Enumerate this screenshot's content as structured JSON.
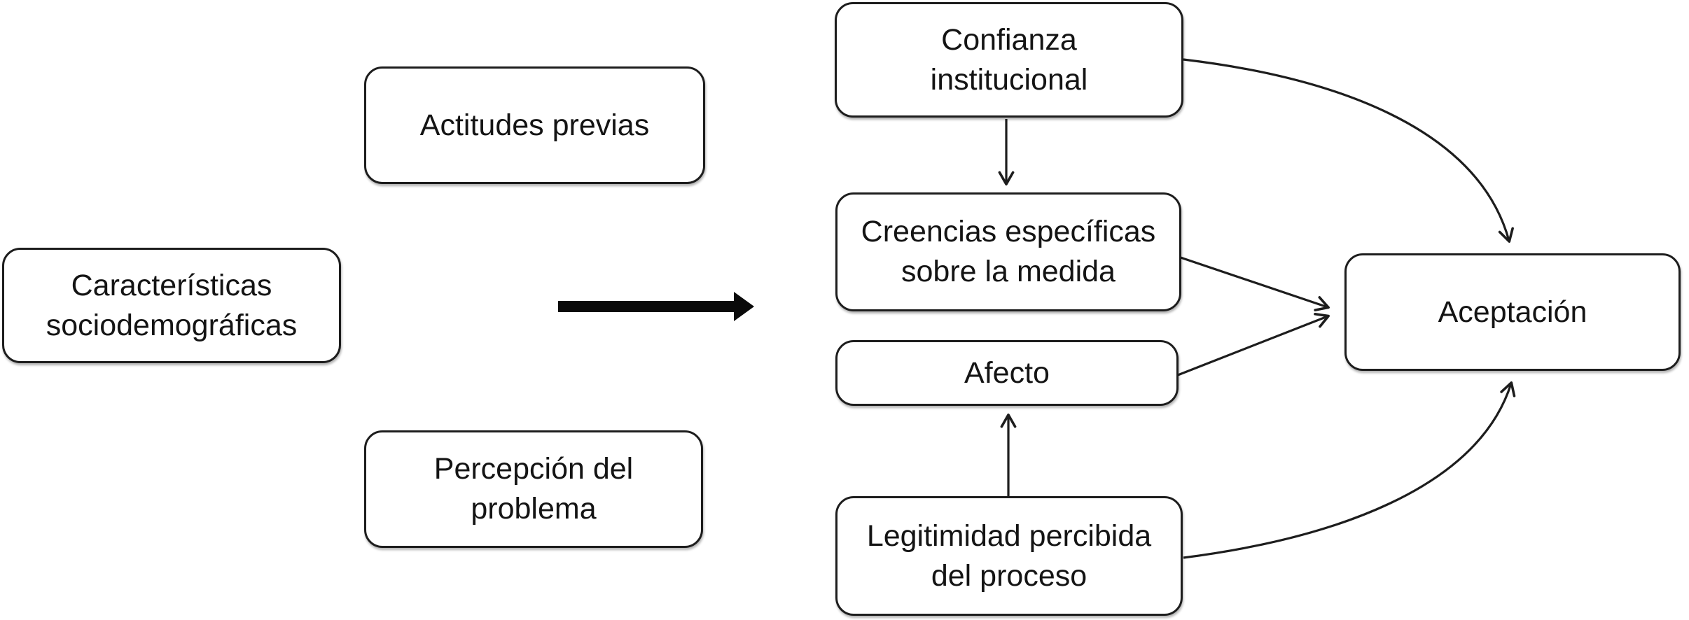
{
  "diagram": {
    "title": "",
    "background_color": "#ffffff",
    "line_color": "#1d1d1d",
    "text_color": "#141414",
    "nodes": {
      "actitudes": {
        "line1": "Actitudes previas",
        "line2": ""
      },
      "caracteristicas": {
        "line1": "Características",
        "line2": "sociodemográficas"
      },
      "percepcion": {
        "line1": "Percepción del",
        "line2": "problema"
      },
      "confianza": {
        "line1": "Confianza",
        "line2": "institucional"
      },
      "creencias": {
        "line1": "Creencias específicas",
        "line2": "sobre la medida"
      },
      "afecto": {
        "line1": "Afecto",
        "line2": ""
      },
      "legitimidad": {
        "line1": "Legitimidad percibida",
        "line2": "del proceso"
      },
      "aceptacion": {
        "line1": "Aceptación",
        "line2": ""
      }
    },
    "edges": [
      {
        "from": "confianza",
        "to": "creencias",
        "style": "straight-thin-arrow"
      },
      {
        "from": "confianza",
        "to": "aceptacion",
        "style": "curved-thin-arrow"
      },
      {
        "from": "creencias",
        "to": "aceptacion",
        "style": "straight-thin-arrow"
      },
      {
        "from": "afecto",
        "to": "aceptacion",
        "style": "straight-thin-arrow"
      },
      {
        "from": "legitimidad",
        "to": "afecto",
        "style": "straight-thin-arrow"
      },
      {
        "from": "legitimidad",
        "to": "aceptacion",
        "style": "curved-thin-arrow"
      },
      {
        "from": "left-column",
        "to": "middle-column",
        "style": "thick-solid-arrow"
      }
    ]
  }
}
